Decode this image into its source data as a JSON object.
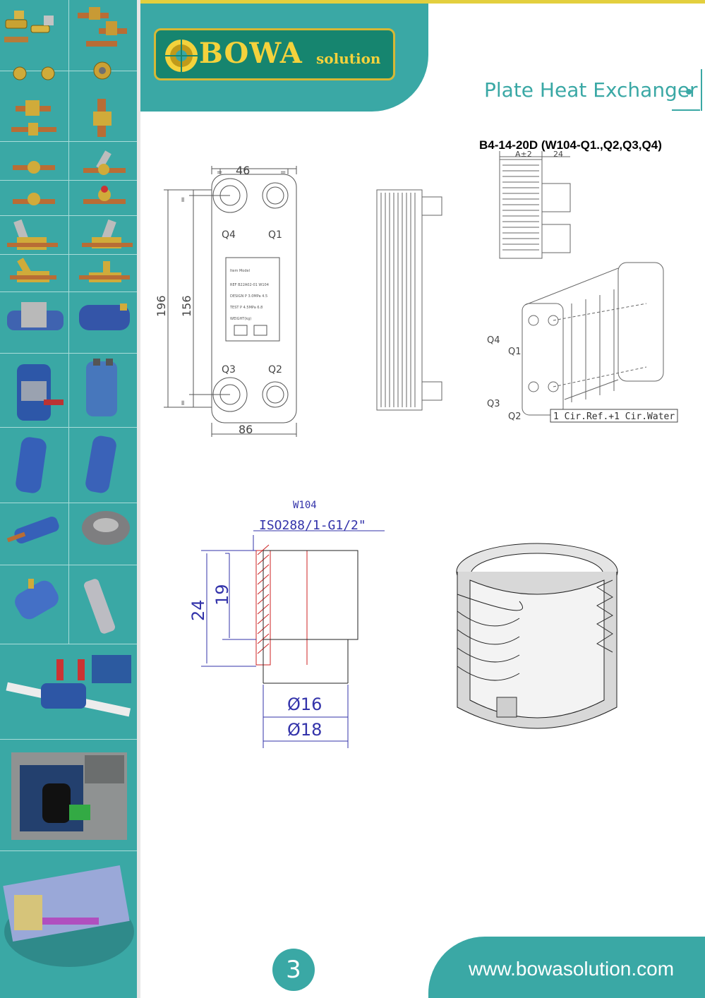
{
  "brand": {
    "name": "BOWA",
    "suffix": "solution",
    "logo_colors": {
      "text": "#f4d23c",
      "frame": "#d7b834",
      "fill": "#16856f"
    }
  },
  "header": {
    "title": "Plate Heat Exchanger",
    "accent": "#3aa8a5"
  },
  "drawing": {
    "model": "B4-14-20D (W104-Q1.,Q2,Q3,Q4)",
    "front_view": {
      "dim_top": "46",
      "dim_bottom": "86",
      "dim_height_outer": "196",
      "dim_height_inner": "156",
      "equal_marks": "=",
      "port_labels": [
        "Q4",
        "Q1",
        "Q3",
        "Q2"
      ]
    },
    "side_view": {
      "dim_a": "A±2",
      "dim_b": "24"
    },
    "iso_view": {
      "port_labels": [
        "Q4",
        "Q1",
        "Q3",
        "Q2"
      ],
      "circuit_label": "1 Cir.Ref.+1 Cir.Water"
    },
    "connector": {
      "code": "W104",
      "thread": "ISO288/1-G1/2\"",
      "dim_24": "24",
      "dim_19": "19",
      "dim_d16": "Ø16",
      "dim_d18": "Ø18"
    }
  },
  "sidebar": {
    "thumbnails": [
      "brass-ball-valves",
      "solenoid-valves",
      "flare-nuts",
      "sight-glass-fittings",
      "ball-valve",
      "service-valve",
      "ball-valve-red",
      "access-valve",
      "ball-valve-small",
      "shut-off-valve",
      "angle-valve",
      "angle-valve-lever",
      "rotalock-valve",
      "rotalock-valve-2",
      "oil-separator",
      "filter-drier-shell",
      "suction-accumulator",
      "liquid-receiver",
      "receiver-blue",
      "receiver-blue-2",
      "filter-drier",
      "compressor-housing",
      "oil-separator-2",
      "heat-exchanger-tube",
      "compressor-rack",
      "condensing-unit",
      "container-unit"
    ]
  },
  "footer": {
    "page_number": "3",
    "url": "www.bowasolution.com"
  }
}
